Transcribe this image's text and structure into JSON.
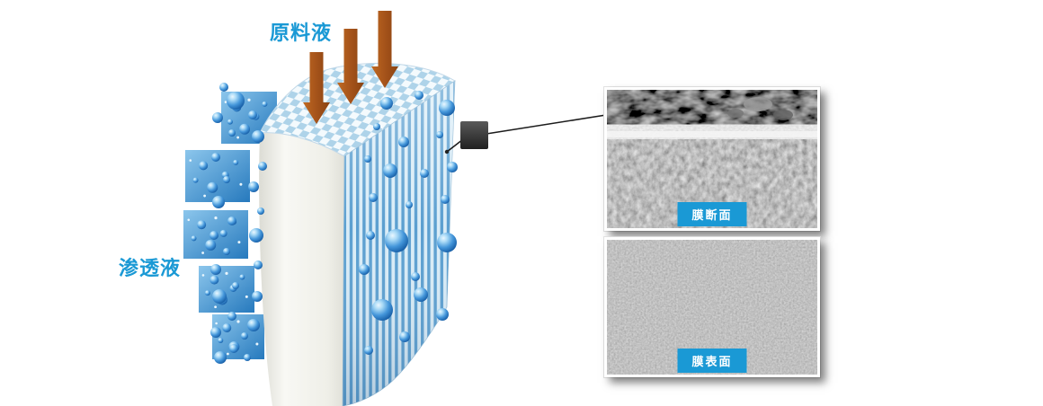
{
  "diagram": {
    "feed_label": "原料液",
    "permeate_label": "渗透液"
  },
  "sem_panel": {
    "cross_section_label": "膜断面",
    "surface_label": "膜表面"
  },
  "colors": {
    "label_blue": "#1a99d5",
    "badge_blue": "#1a99d5",
    "arrow_brown": "#a5531a",
    "stripe_blue": "#5b9fd0",
    "bubble_blue": "#2f85c8",
    "panel_blue": "#4a95cd",
    "background": "#ffffff"
  },
  "icons": {
    "feed_arrows": "down-arrow-icon",
    "callout_marker": "square-marker-icon",
    "bubbles": "water-drop-icon"
  }
}
